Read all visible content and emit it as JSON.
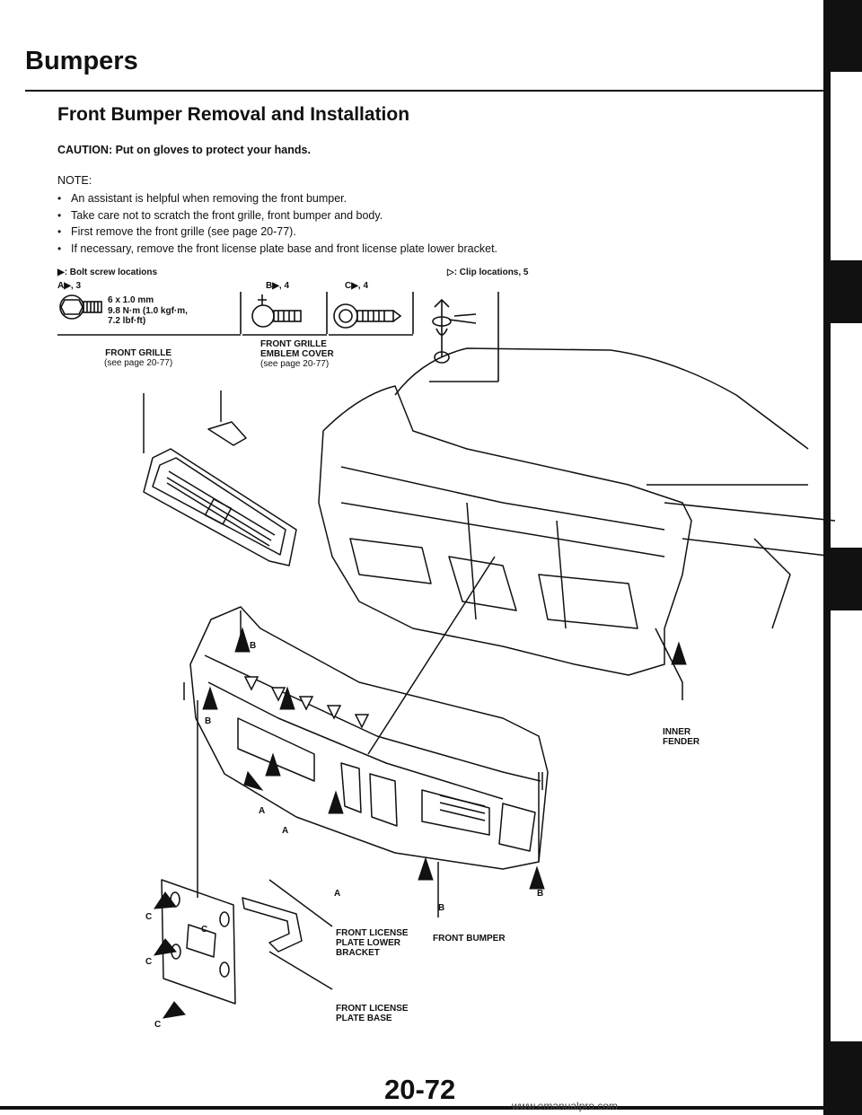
{
  "header": {
    "title": "Bumpers",
    "subtitle": "Front Bumper Removal and Installation"
  },
  "caution": "CAUTION: Put on gloves to protect your hands.",
  "note_label": "NOTE:",
  "notes": [
    "An assistant is helpful when removing the front bumper.",
    "Take care not to scratch the front grille, front bumper and body.",
    "First remove the front grille (see page 20-77).",
    "If necessary, remove the front license plate base and front license plate lower bracket."
  ],
  "legend": {
    "bolt_label": "▶: Bolt screw locations",
    "clip_label": "▷: Clip locations, 5",
    "loc_a": "A▶, 3",
    "loc_b": "B▶, 4",
    "loc_c": "C▶, 4",
    "spec_line1": "6 x 1.0 mm",
    "spec_line2": "9.8 N·m (1.0 kgf·m,",
    "spec_line3": "7.2 lbf·ft)"
  },
  "callouts": {
    "front_grille": "FRONT GRILLE",
    "front_grille_ref": "(see page 20-77)",
    "emblem_line1": "FRONT GRILLE",
    "emblem_line2": "EMBLEM COVER",
    "emblem_ref": "(see page 20-77)",
    "inner_line1": "INNER",
    "inner_line2": "FENDER",
    "bumper": "FRONT BUMPER",
    "bracket_line1": "FRONT LICENSE",
    "bracket_line2": "PLATE LOWER",
    "bracket_line3": "BRACKET",
    "base_line1": "FRONT LICENSE",
    "base_line2": "PLATE BASE"
  },
  "markers": {
    "a": "A",
    "b": "B",
    "c": "C"
  },
  "page_number": "20-72",
  "watermark": "www.emanualpro.com"
}
